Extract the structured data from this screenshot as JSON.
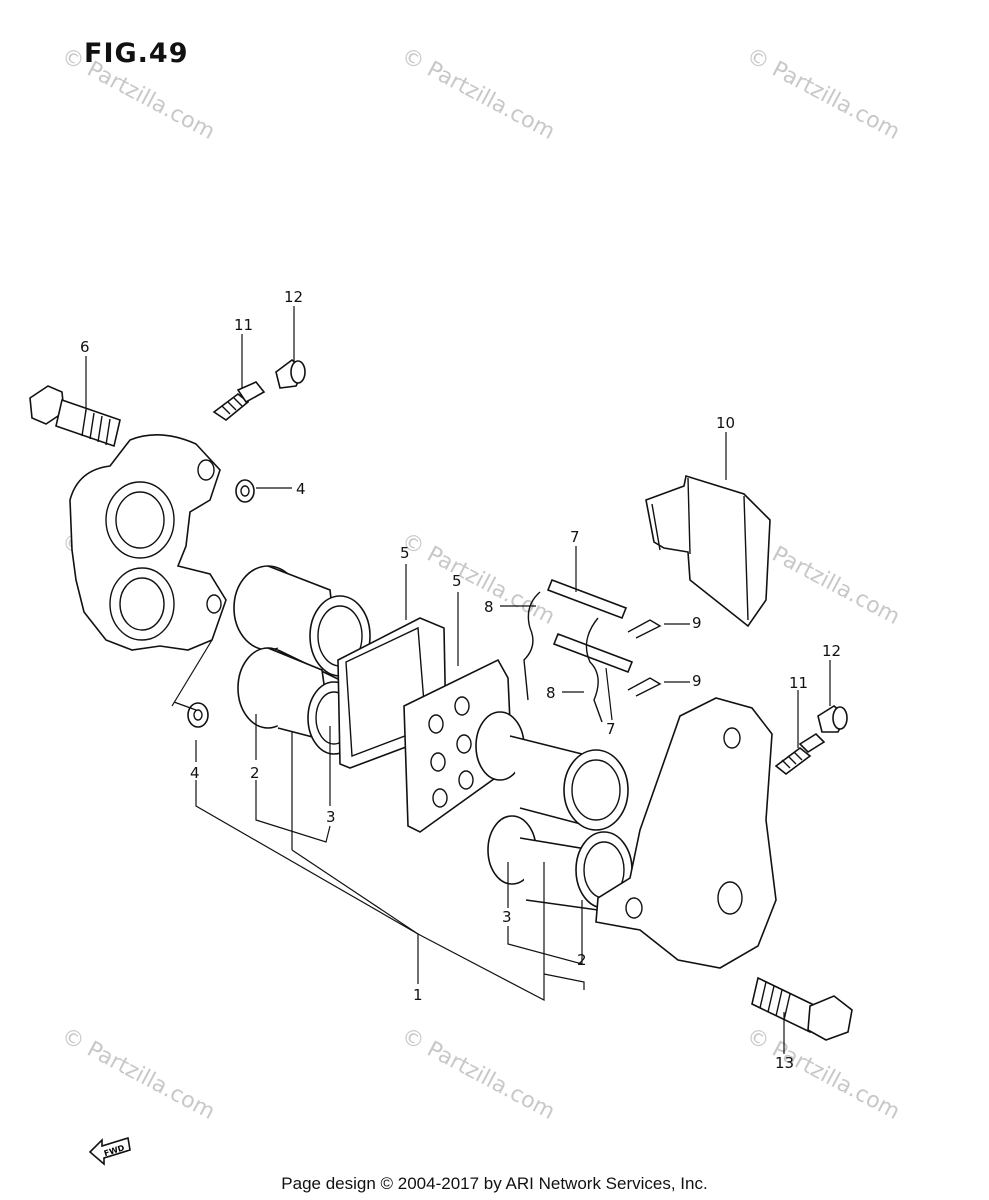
{
  "figure": {
    "title": "FIG.49"
  },
  "watermark": {
    "text": "© Partzilla.com"
  },
  "callouts": [
    {
      "id": "c1",
      "label": "1"
    },
    {
      "id": "c2a",
      "label": "2"
    },
    {
      "id": "c2b",
      "label": "2"
    },
    {
      "id": "c3a",
      "label": "3"
    },
    {
      "id": "c3b",
      "label": "3"
    },
    {
      "id": "c4a",
      "label": "4"
    },
    {
      "id": "c4b",
      "label": "4"
    },
    {
      "id": "c5a",
      "label": "5"
    },
    {
      "id": "c5b",
      "label": "5"
    },
    {
      "id": "c6",
      "label": "6"
    },
    {
      "id": "c7a",
      "label": "7"
    },
    {
      "id": "c7b",
      "label": "7"
    },
    {
      "id": "c8a",
      "label": "8"
    },
    {
      "id": "c8b",
      "label": "8"
    },
    {
      "id": "c9a",
      "label": "9"
    },
    {
      "id": "c9b",
      "label": "9"
    },
    {
      "id": "c10",
      "label": "10"
    },
    {
      "id": "c11a",
      "label": "11"
    },
    {
      "id": "c11b",
      "label": "11"
    },
    {
      "id": "c12a",
      "label": "12"
    },
    {
      "id": "c12b",
      "label": "12"
    },
    {
      "id": "c13",
      "label": "13"
    }
  ],
  "fwd_icon": {
    "label": "FWD"
  },
  "footer": {
    "text": "Page design © 2004-2017 by ARI Network Services, Inc."
  }
}
